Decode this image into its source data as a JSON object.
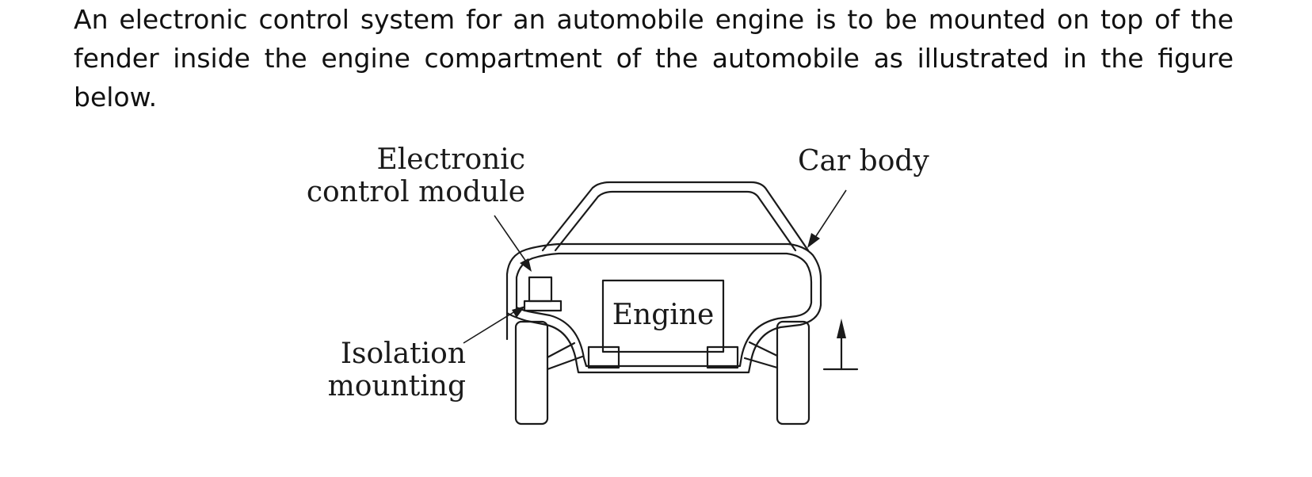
{
  "document": {
    "paragraph": "An electronic control system for an automobile engine is to be mounted on top of the fender inside the engine compartment of the automobile as illustrated in the figure below."
  },
  "figure": {
    "labels": {
      "ecm_line1": "Electronic",
      "ecm_line2": "control module",
      "car_body": "Car body",
      "engine": "Engine",
      "isolation_line1": "Isolation",
      "isolation_line2": "mounting"
    }
  }
}
